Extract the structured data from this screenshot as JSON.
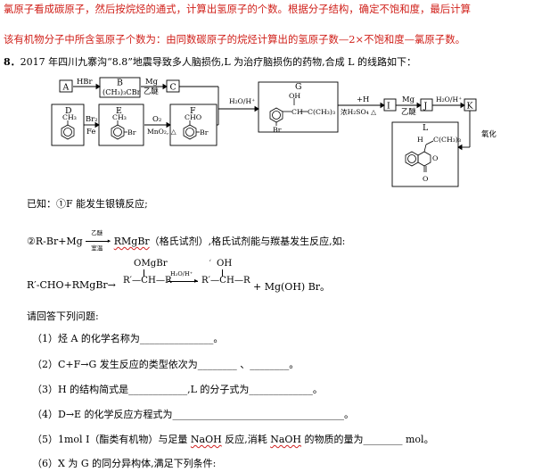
{
  "note": {
    "line1": "氯原子看成碳原子，然后按烷烃的通式，计算出氢原子的个数。根据分子结构，确定不饱和度，最后计算",
    "line2": "该有机物分子中所含氢原子个数为：由同数碳原子的烷烃计算出的氢原子数—2×不饱和度—氯原子数。",
    "color": "#d0201a"
  },
  "question": {
    "number": "8．",
    "text": "2017 年四川九寨沟“8.8”地震导致多人脑损伤,L 为治疗脑损伤的药物,合成 L 的线路如下："
  },
  "scheme": {
    "A": "A",
    "B": "B",
    "C": "C",
    "D": "D",
    "E": "E",
    "F": "F",
    "G": "G",
    "I": "I",
    "J": "J",
    "K": "K",
    "L": "L",
    "B_formula": "(CH₃)₃CBr",
    "reagent_HBr": "HBr",
    "reagent_Mg": "Mg",
    "reagent_ether": "乙醚",
    "reagent_H2O_H": "H₂O/H⁺",
    "reagent_Br2": "Br₂",
    "reagent_Fe": "Fe",
    "reagent_O2": "O₂",
    "reagent_MnO2": "MnO₂, △",
    "reagent_plusH": "+H",
    "reagent_H2SO4": "浓H₂SO₄  △",
    "reagent_oxid": "氧化",
    "D_sub": "CH₃",
    "E_sub": "CH₃",
    "E_Br": "Br",
    "F_sub": "CHO",
    "F_Br": "Br",
    "G_OH": "OH",
    "G_CH": "CH",
    "G_CCH3": "C(CH₃)₃",
    "G_Br": "Br",
    "L_H": "H",
    "L_CCH3": "C(CH₃)₃",
    "L_O1": "O",
    "L_O2": "O"
  },
  "known": {
    "label": "已知：①F 能发生银镜反应;",
    "item2_prefix": "②R-Br+Mg",
    "item2_arrow_top": "乙醚",
    "item2_arrow_bottom": "室温",
    "item2_product": "RMgBr",
    "item2_suffix": "（格氏试剂）,格氏试剂能与羰基发生反应,如:"
  },
  "eq": {
    "reactant": "R′-CHO+RMgBr→",
    "omgbr": "OMgBr",
    "mid_chain": "R′—CH—R",
    "arrow_label": "H₂O/H⁺",
    "oh": "OH",
    "prod_chain": "R′—CH—R",
    "tail": "+ Mg(OH) Br。"
  },
  "prompt": "请回答下列问题:",
  "items": [
    {
      "text": "（1）烃 A 的化学名称为_______________。"
    },
    {
      "text": "（2）C+F→G 发生反应的类型依次为________ 、________。"
    },
    {
      "text": "（3）H 的结构简式是____________,L 的分子式为_____________。"
    },
    {
      "text": "（4）D→E 的化学反应方程式为___________________________________。"
    },
    {
      "pre": "（5）1mol I（酯类有机物）与足量 ",
      "w1": "NaOH",
      "mid1": " 反应,消耗 ",
      "w2": "NaOH",
      "post": " 的物质的量为________ mol。"
    },
    {
      "text": "（6）X 为 G 的同分异构体,满足下列条件:"
    }
  ]
}
